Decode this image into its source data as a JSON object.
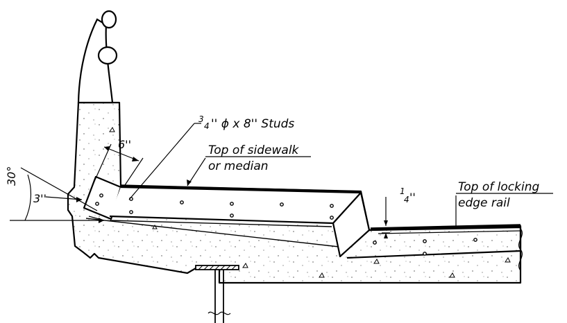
{
  "labels": {
    "studs_num": "3",
    "studs_den": "4",
    "studs_text": "'' ϕ x 8'' Studs",
    "six_inch": "6''",
    "sidewalk_line1": "Top of sidewalk",
    "sidewalk_line2": "or median",
    "angle_30": "30°",
    "three_inch": "3''",
    "quarter_num": "1",
    "quarter_den": "4",
    "quarter_tick": "''",
    "locking_line1": "Top of locking",
    "locking_line2": "edge rail"
  },
  "colors": {
    "ink": "#000000",
    "background": "#ffffff"
  }
}
